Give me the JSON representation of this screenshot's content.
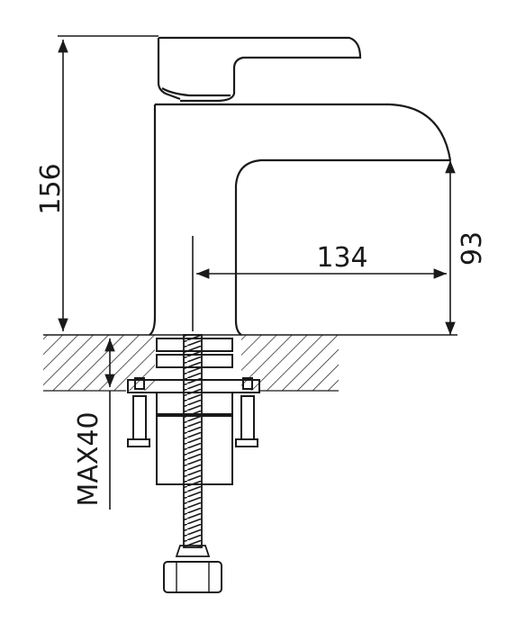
{
  "dimensions": {
    "overall_height": "156",
    "spout_reach": "134",
    "spout_height": "93",
    "max_deck_thickness": "MAX40"
  },
  "colors": {
    "line": "#1a1a1a",
    "background": "#ffffff"
  }
}
